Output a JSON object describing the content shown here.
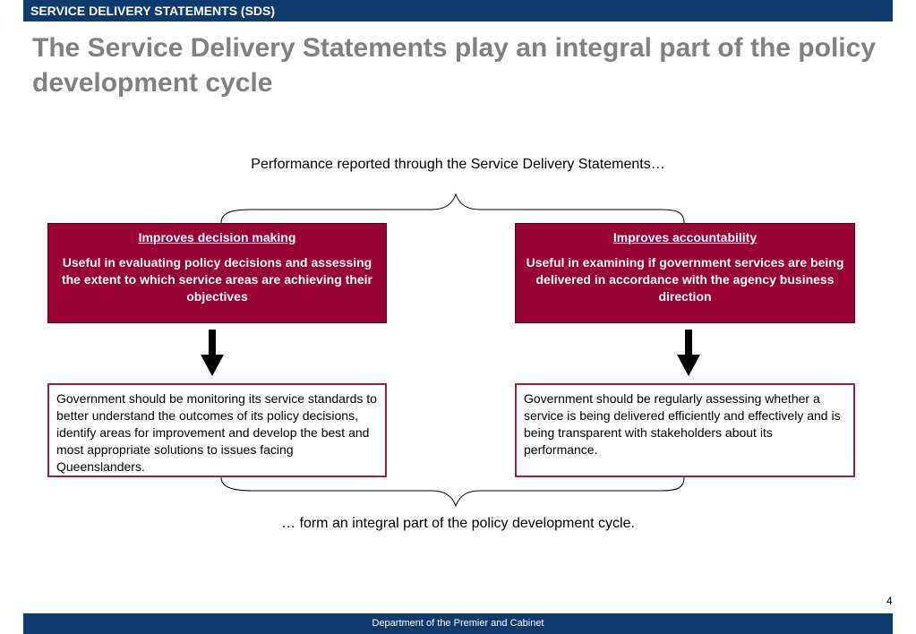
{
  "header": {
    "section_label": "SERVICE DELIVERY STATEMENTS (SDS)"
  },
  "slide": {
    "title": "The Service Delivery Statements play an integral part of the policy development cycle",
    "lead_text": "Performance reported through the Service Delivery Statements…",
    "trail_text": "… form an integral part of the policy development cycle."
  },
  "left_column": {
    "heading": "Improves decision making",
    "summary": "Useful in evaluating policy decisions and assessing the extent to which service areas are achieving their objectives",
    "detail": "Government should be monitoring its service standards to better understand the outcomes of its policy decisions, identify areas for improvement and develop the best and most appropriate solutions to issues facing Queenslanders."
  },
  "right_column": {
    "heading": "Improves accountability",
    "summary": "Useful in examining if government services are being delivered in accordance with the agency business direction",
    "detail": "Government should be regularly assessing whether a service is being delivered efficiently and effectively and is being transparent with stakeholders about its performance."
  },
  "footer": {
    "page_number": "4",
    "organisation": "Department of the Premier and Cabinet"
  },
  "colors": {
    "header_blue": "#0d3b6e",
    "box_maroon": "#990033",
    "title_grey": "#808080"
  }
}
